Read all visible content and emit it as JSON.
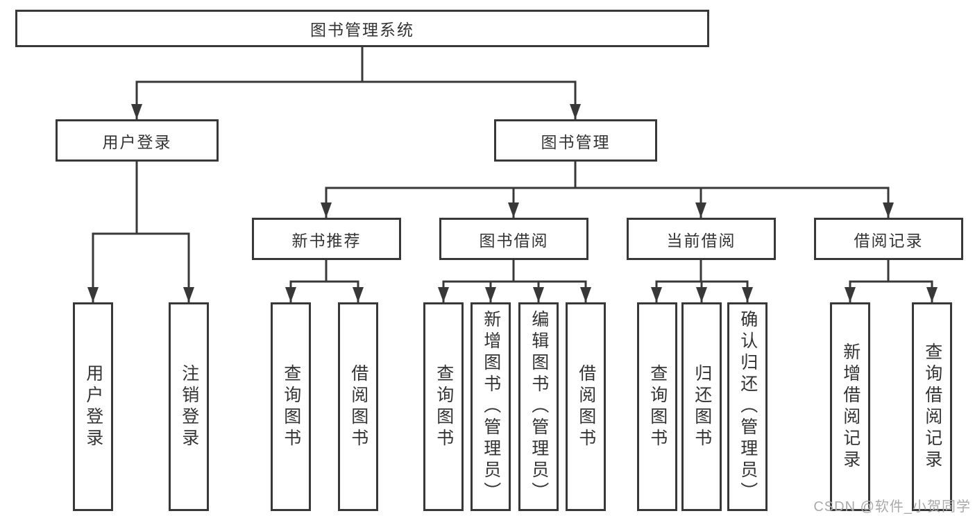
{
  "diagram": {
    "type": "hierarchy-tree",
    "root": {
      "label": "图书管理系统",
      "children": [
        {
          "label": "用户登录",
          "children": [
            {
              "label": "用户登录"
            },
            {
              "label": "注销登录"
            }
          ]
        },
        {
          "label": "图书管理",
          "children": [
            {
              "label": "新书推荐",
              "children": [
                {
                  "label": "查询图书"
                },
                {
                  "label": "借阅图书"
                }
              ]
            },
            {
              "label": "图书借阅",
              "children": [
                {
                  "label": "查询图书"
                },
                {
                  "label": "新增图书（管理员）"
                },
                {
                  "label": "编辑图书（管理员）"
                },
                {
                  "label": "借阅图书"
                }
              ]
            },
            {
              "label": "当前借阅",
              "children": [
                {
                  "label": "查询图书"
                },
                {
                  "label": "归还图书"
                },
                {
                  "label": "确认归还（管理员）"
                }
              ]
            },
            {
              "label": "借阅记录",
              "children": [
                {
                  "label": "新增借阅记录"
                },
                {
                  "label": "查询借阅记录"
                }
              ]
            }
          ]
        }
      ]
    },
    "colors": {
      "line": "#383838",
      "box_border": "#383838",
      "text": "#333333",
      "background": "#ffffff",
      "watermark": "#a9a9a9"
    }
  },
  "watermark": {
    "text": "CSDN @软件_小贺同学"
  }
}
